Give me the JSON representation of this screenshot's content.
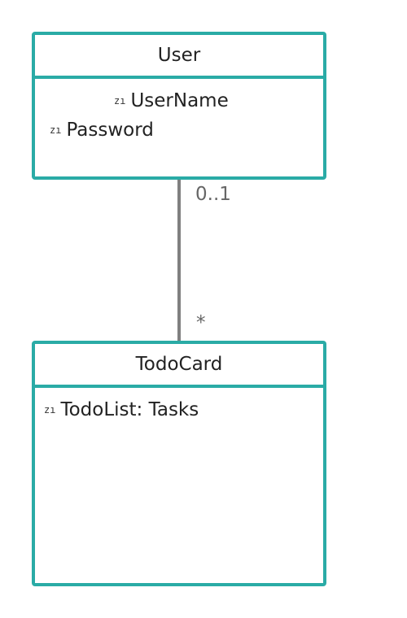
{
  "classes": {
    "user": {
      "name": "User",
      "attributes": [
        {
          "icon": "zı",
          "text": "UserName"
        },
        {
          "icon": "zı",
          "text": "Password"
        }
      ]
    },
    "todo": {
      "name": "TodoCard",
      "attributes": [
        {
          "icon": "zı",
          "text": "TodoList: Tasks"
        }
      ]
    }
  },
  "association": {
    "source_multiplicity": "0..1",
    "target_multiplicity": "*"
  },
  "colors": {
    "class_border": "#2aaba6",
    "association_line": "#808080",
    "multiplicity_text": "#666666"
  }
}
